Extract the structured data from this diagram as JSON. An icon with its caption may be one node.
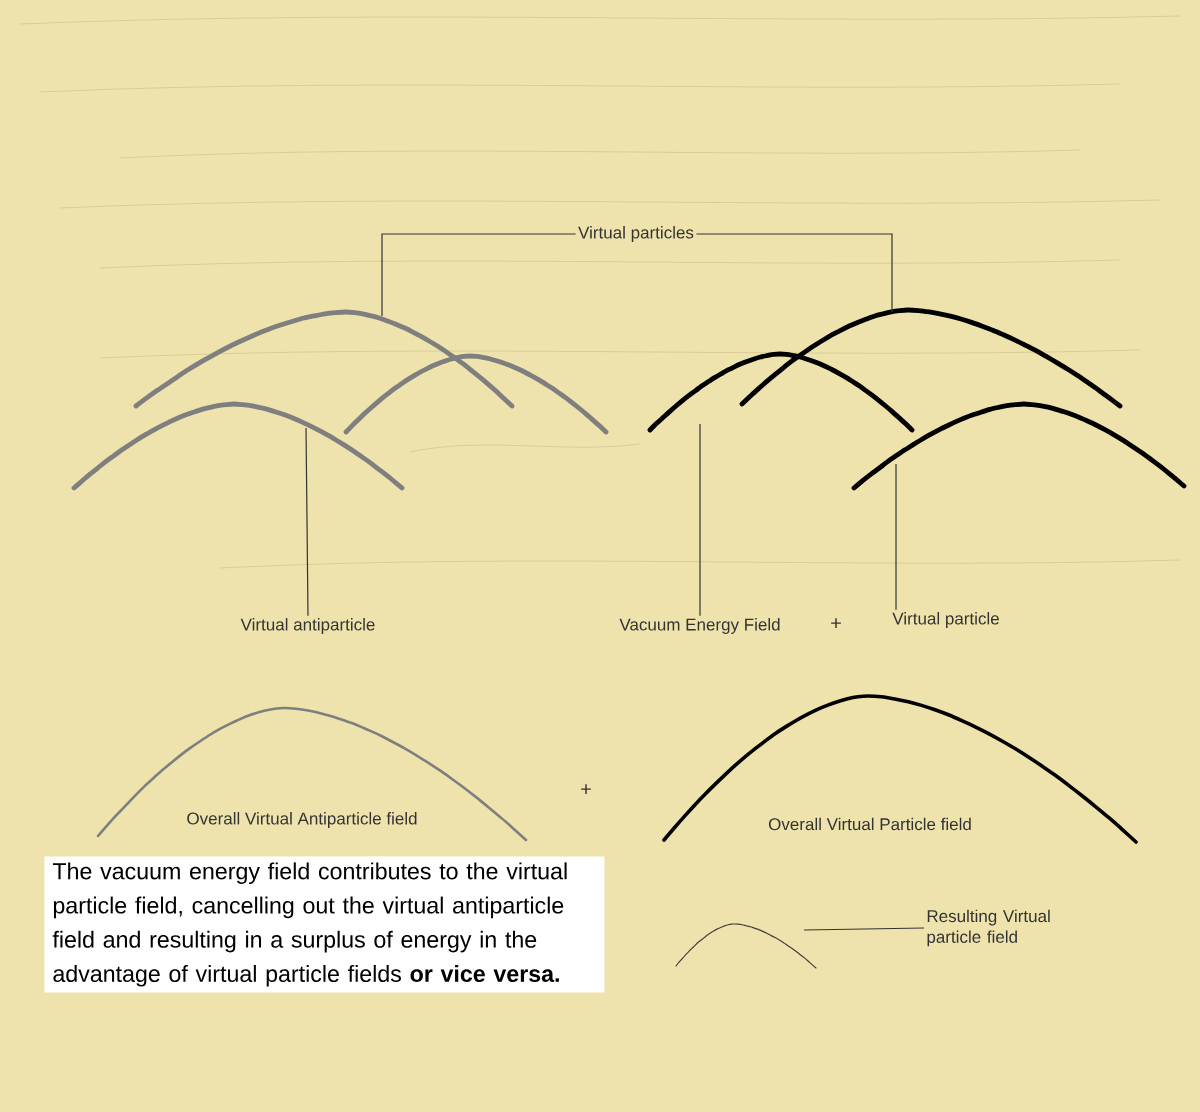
{
  "diagram": {
    "nodes": [
      {
        "text": [
          "Virtual particles"
        ]
      },
      {
        "text": [],
        "shape": "curve"
      },
      {
        "text": [],
        "shape": "curve"
      },
      {
        "text": [],
        "shape": "curve"
      },
      {
        "text": [],
        "shape": "curve"
      },
      {
        "text": [],
        "shape": "curve"
      },
      {
        "text": [],
        "shape": "curve"
      },
      {
        "text": [
          "Virtual antiparticle"
        ]
      },
      {
        "text": [
          "Vacuum Energy Field"
        ]
      },
      {
        "text": [
          "Virtual particle"
        ]
      },
      {
        "text": [
          "The vacuum energy field contributes to the virtual particle field, cancelling out the virtual antiparticle field and resulting in a surplus of energy in the advantage of virtual particle fields **or vice versa.**"
        ]
      },
      {
        "text": [],
        "shape": "curve"
      },
      {
        "text": [
          "Resulting Virtual particle field"
        ]
      }
    ],
    "edges": [
      {
        "from": 0,
        "to": 1,
        "arrow": "none"
      },
      {
        "from": 0,
        "to": 5,
        "arrow": "none"
      },
      {
        "from": 7,
        "to": 3,
        "arrow": "none"
      },
      {
        "from": 8,
        "to": 4,
        "arrow": "none"
      },
      {
        "from": 9,
        "to": 6,
        "arrow": "none"
      },
      {
        "from": 12,
        "to": 11,
        "arrow": "none"
      }
    ],
    "labels": [
      "+",
      "Overall Virtual Antiparticle field",
      "+",
      "Overall Virtual Particle field"
    ]
  }
}
